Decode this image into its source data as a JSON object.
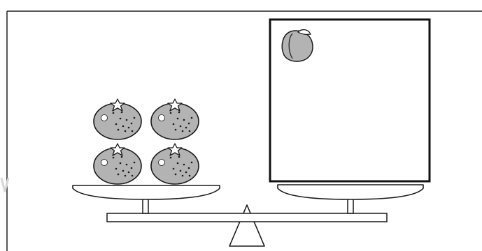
{
  "colors": {
    "background": "#ffffff",
    "stroke": "#1a1a1a",
    "fruit_fill": "#b3b3b3",
    "highlight": "#ffffff",
    "frame": "#222222",
    "watermark": "#d6d6d6"
  },
  "scene": {
    "left_pan": {
      "fruit_icon": "tangerine-icon",
      "count": 4,
      "arrangement": "2x2"
    },
    "right_pan": {
      "content": "box",
      "box_icon": "peach-icon",
      "box_icon_count": 1
    },
    "balance": "level"
  }
}
